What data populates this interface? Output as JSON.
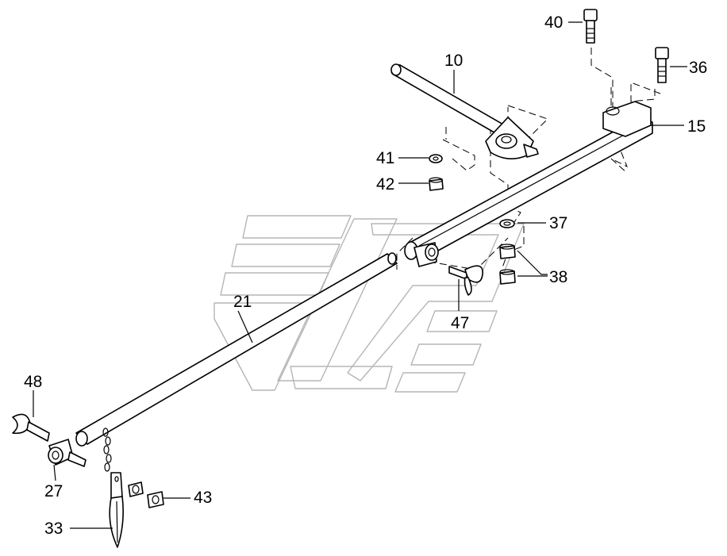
{
  "diagram": {
    "callouts": [
      {
        "id": "c10",
        "text": "10"
      },
      {
        "id": "c40",
        "text": "40"
      },
      {
        "id": "c36",
        "text": "36"
      },
      {
        "id": "c15",
        "text": "15"
      },
      {
        "id": "c41",
        "text": "41"
      },
      {
        "id": "c42",
        "text": "42"
      },
      {
        "id": "c37",
        "text": "37"
      },
      {
        "id": "c38",
        "text": "38"
      },
      {
        "id": "c21",
        "text": "21"
      },
      {
        "id": "c47",
        "text": "47"
      },
      {
        "id": "c48",
        "text": "48"
      },
      {
        "id": "c27",
        "text": "27"
      },
      {
        "id": "c43",
        "text": "43"
      },
      {
        "id": "c33",
        "text": "33"
      }
    ]
  }
}
